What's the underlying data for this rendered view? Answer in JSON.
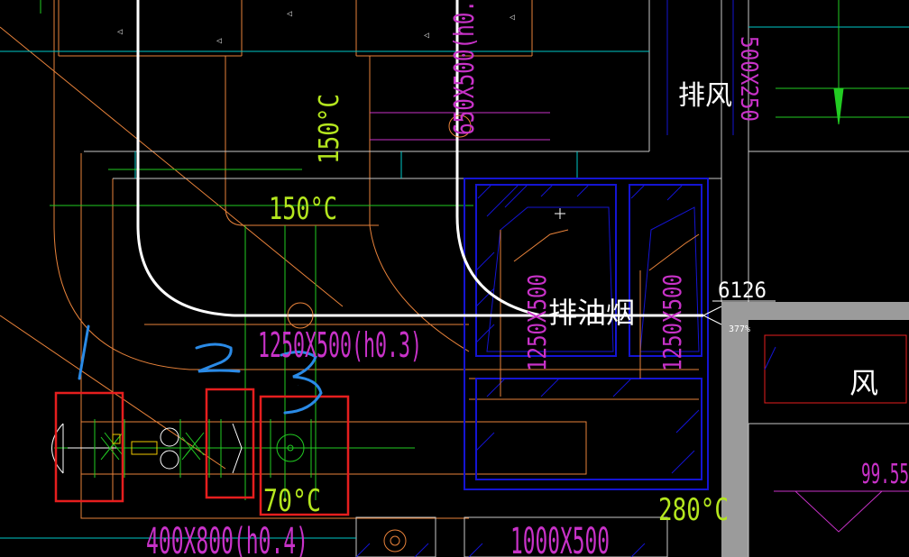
{
  "labels": {
    "temp_150_top": "150°C",
    "temp_150_vert": "150°C",
    "duct_650x500": "650X500(h0.",
    "exhaust_air": "排风",
    "duct_500x250": "500X250",
    "exhaust_oil_smoke": "排油烟",
    "duct_1250_a": "1250X500",
    "duct_1250_b": "1250X500",
    "elev_6126": "6126",
    "small_377": "377%",
    "duct_1250_h03": "1250X500(h0.3)",
    "wind": "风",
    "elev_9955": "99.55",
    "temp_70": "70°C",
    "temp_280": "280°C",
    "duct_400x800": "400X800(h0.4)",
    "duct_1000x500": "1000X500"
  },
  "annotations": {
    "mark_1": "1",
    "mark_2": "2",
    "mark_3": "3"
  },
  "colors": {
    "background": "#000000",
    "white_duct": "#ffffff",
    "orange": "#e8823a",
    "green": "#22cc22",
    "yellow_green": "#b4e61e",
    "magenta": "#c832c8",
    "blue": "#1414d2",
    "cyan": "#00c8c8",
    "red_box": "#e61e1e",
    "handwriting_blue": "#2a8ae6",
    "gray_wall": "#9b9b9b"
  }
}
